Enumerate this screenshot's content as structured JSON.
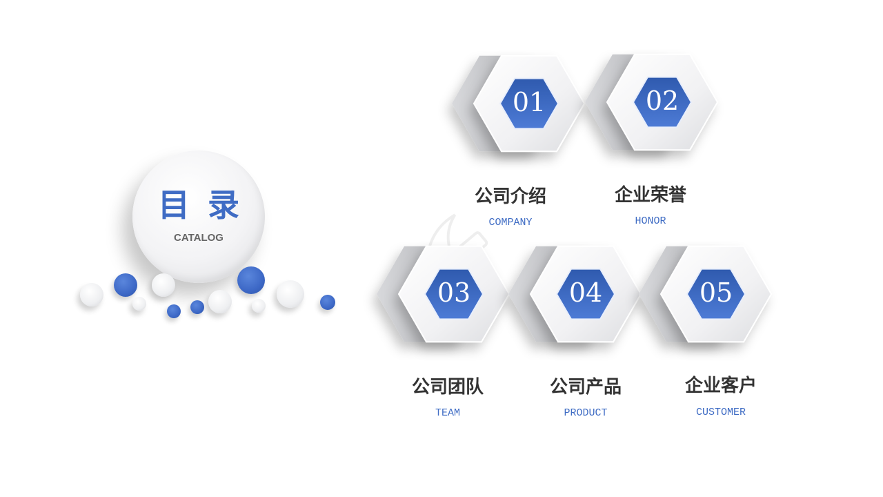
{
  "title": {
    "main": "目录",
    "sub": "CATALOG"
  },
  "items": [
    {
      "number": "01",
      "label": "公司介绍",
      "sub": "COMPANY"
    },
    {
      "number": "02",
      "label": "企业荣誉",
      "sub": "HONOR"
    },
    {
      "number": "03",
      "label": "公司团队",
      "sub": "TEAM"
    },
    {
      "number": "04",
      "label": "公司产品",
      "sub": "PRODUCT"
    },
    {
      "number": "05",
      "label": "企业客户",
      "sub": "CUSTOMER"
    }
  ],
  "colors": {
    "accent_blue": "#3f6cc4",
    "label_text": "#333333",
    "hex_white": "#f2f2f4",
    "hex_shadow": "#b9babd"
  },
  "decor": {
    "watermark": "ppt-watermark-logo"
  }
}
